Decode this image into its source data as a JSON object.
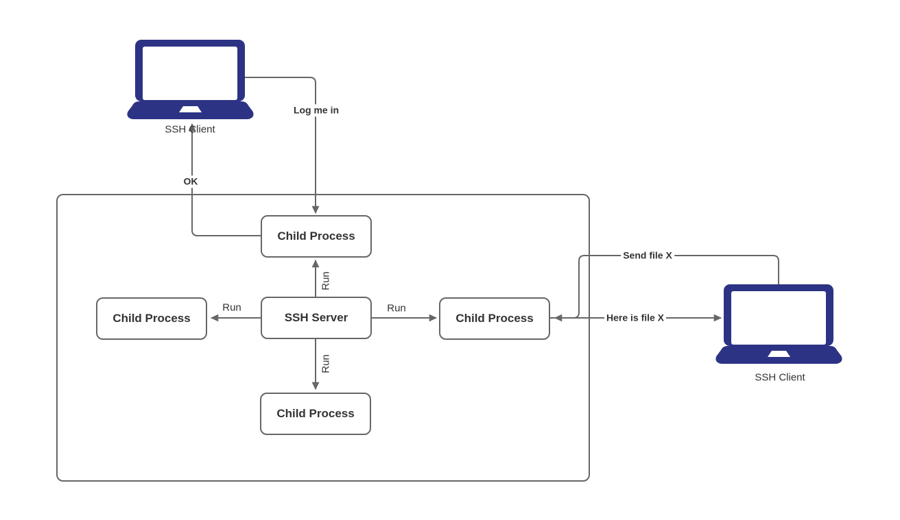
{
  "nodes": {
    "ssh_server": {
      "label": "SSH Server"
    },
    "child_top": {
      "label": "Child Process"
    },
    "child_left": {
      "label": "Child Process"
    },
    "child_right": {
      "label": "Child Process"
    },
    "child_bottom": {
      "label": "Child Process"
    }
  },
  "clients": {
    "left": {
      "label": "SSH Client"
    },
    "right": {
      "label": "SSH Client"
    }
  },
  "edges": {
    "log_me_in": {
      "label": "Log me in",
      "from": "ssh-client-left",
      "to": "child-process-top"
    },
    "ok": {
      "label": "OK",
      "from": "child-process-top",
      "to": "ssh-client-left"
    },
    "run_up": {
      "label": "Run",
      "from": "ssh-server",
      "to": "child-process-top"
    },
    "run_left": {
      "label": "Run",
      "from": "ssh-server",
      "to": "child-process-left"
    },
    "run_right": {
      "label": "Run",
      "from": "ssh-server",
      "to": "child-process-right"
    },
    "run_down": {
      "label": "Run",
      "from": "ssh-server",
      "to": "child-process-bottom"
    },
    "send_file_x": {
      "label": "Send file X",
      "from": "ssh-client-right",
      "to": "child-process-right"
    },
    "here_is_file_x": {
      "label": "Here is file X",
      "from": "child-process-right",
      "to": "ssh-client-right"
    }
  },
  "colors": {
    "laptop": "#2D3384",
    "line": "#666666",
    "box_border": "#666666",
    "text": "#333333",
    "background": "#FFFFFF"
  }
}
